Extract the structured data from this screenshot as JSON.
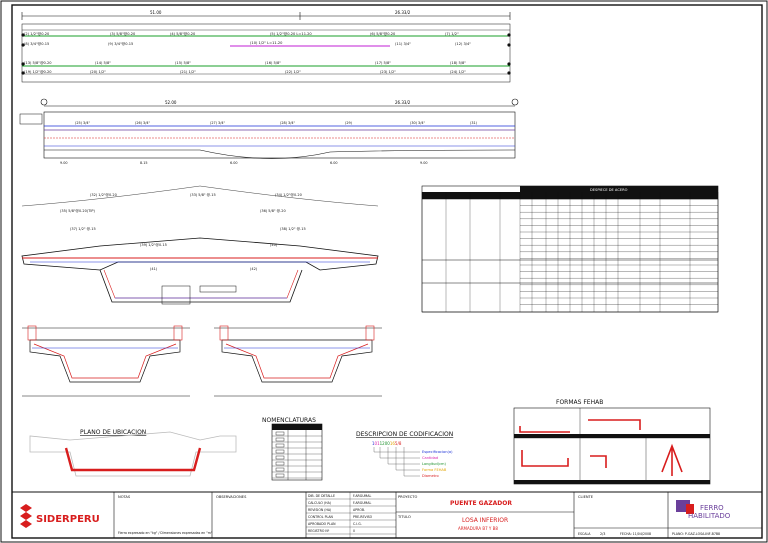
{
  "title_block": {
    "company": "SIDERPERU",
    "project": "PUENTE GAZADOR",
    "drawing_title": "LOSA INFERIOR",
    "drawing_subtitle": "ARMADURA B7 Y B8",
    "client_logo_line1": "FERRO",
    "client_logo_line2": "HABILITADO",
    "sheet_label": "ESCALA",
    "sheet_number": "2/3",
    "date_label": "FECHA: 11/04/2008",
    "plan_label": "PLANO: P-GAZ-LOSA-INF-B7B8",
    "notes_header": "NOTAS",
    "observations_header": "OBSERVACIONES",
    "signature_rows": [
      {
        "role": "DIB. DE DETALLE",
        "name": "F.ARGUMAL"
      },
      {
        "role": "CALCULO (HA)",
        "name": "F.ARGUMAL"
      },
      {
        "role": "REVISION (HA)",
        "name": "APROB."
      },
      {
        "role": "CONTROL PLAN",
        "name": "PRE-REVISO"
      },
      {
        "role": "APROBADO PLAN",
        "name": "C.I.G."
      },
      {
        "role": "REGISTRO Nº",
        "name": "0"
      }
    ],
    "units_note": "Fierro expresado en \"kg\" / Dimensiones expresadas en \"m\"",
    "field_titulo": "TITULO",
    "field_proyecto": "PROYECTO",
    "field_cliente": "CLIENTE"
  },
  "sections": {
    "location_plan": "PLANO DE UBICACION",
    "nomenclature": "NOMENCLATURAS",
    "codification": "DESCRIPCION DE CODIFICACION",
    "shapes": "FORMAS FEHAB"
  },
  "codification_legend": [
    {
      "text": "Especificacion(a)",
      "color": "#1a2fd6"
    },
    {
      "text": "Cantidad",
      "color": "#d61aa8"
    },
    {
      "text": "Longitud(cm)",
      "color": "#1a8f2a"
    },
    {
      "text": "Forma FEHAB",
      "color": "#e2a400"
    },
    {
      "text": "Diametro",
      "color": "#d81d1d"
    }
  ],
  "top_plan": {
    "dimension_total": "51.00",
    "dimension_right": "26.33/2"
  },
  "elevation": {
    "dimension_total": "52.00",
    "dimension_right": "26.33/2"
  },
  "schedule": {
    "header": "DESPIECE DE ACERO"
  },
  "colors": {
    "ink": "#111111",
    "red": "#d81d1d",
    "green": "#1a9f2a",
    "blue": "#1a2fd6",
    "magenta": "#c01fd6",
    "purple": "#6a3f9b"
  }
}
